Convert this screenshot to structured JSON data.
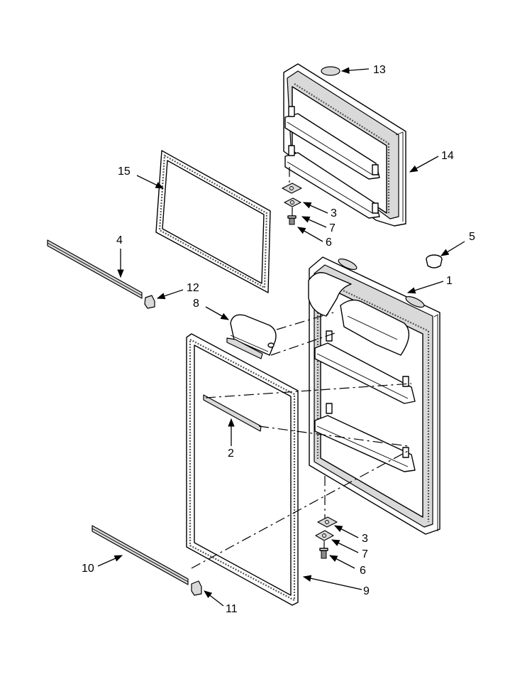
{
  "callouts": [
    {
      "id": "c13",
      "label": "13"
    },
    {
      "id": "c14",
      "label": "14"
    },
    {
      "id": "c15",
      "label": "15"
    },
    {
      "id": "c3a",
      "label": "3"
    },
    {
      "id": "c7a",
      "label": "7"
    },
    {
      "id": "c6a",
      "label": "6"
    },
    {
      "id": "c5",
      "label": "5"
    },
    {
      "id": "c4",
      "label": "4"
    },
    {
      "id": "c12",
      "label": "12"
    },
    {
      "id": "c1",
      "label": "1"
    },
    {
      "id": "c8",
      "label": "8"
    },
    {
      "id": "c2",
      "label": "2"
    },
    {
      "id": "c3b",
      "label": "3"
    },
    {
      "id": "c7b",
      "label": "7"
    },
    {
      "id": "c6b",
      "label": "6"
    },
    {
      "id": "c10",
      "label": "10"
    },
    {
      "id": "c9",
      "label": "9"
    },
    {
      "id": "c11",
      "label": "11"
    }
  ]
}
